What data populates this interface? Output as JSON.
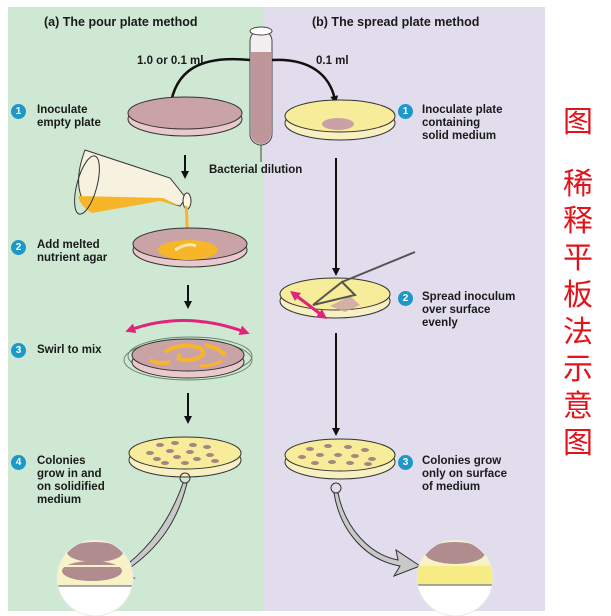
{
  "panels": {
    "pour": {
      "title": "(a) The pour plate method",
      "volume_label": "1.0 or 0.1 ml",
      "steps": [
        {
          "num": "1",
          "text": "Inoculate\nempty plate"
        },
        {
          "num": "2",
          "text": "Add melted\nnutrient agar"
        },
        {
          "num": "3",
          "text": "Swirl to mix"
        },
        {
          "num": "4",
          "text": "Colonies\ngrow in and\non solidified\nmedium"
        }
      ]
    },
    "spread": {
      "title": "(b) The spread plate method",
      "volume_label": "0.1 ml",
      "steps": [
        {
          "num": "1",
          "text": "Inoculate plate\ncontaining\nsolid medium"
        },
        {
          "num": "2",
          "text": "Spread inoculum\nover surface\nevenly"
        },
        {
          "num": "3",
          "text": "Colonies grow\nonly on surface\nof medium"
        }
      ]
    }
  },
  "tube_label": "Bacterial dilution",
  "caption_cn": {
    "first": "图",
    "rest": [
      "稀",
      "释",
      "平",
      "板",
      "法",
      "示",
      "意",
      "图"
    ]
  },
  "colors": {
    "pour_bg": "#cfe8d3",
    "spread_bg": "#e1ddec",
    "step_badge": "#1c98c9",
    "caption": "#e3131b",
    "inoculum": "#c9a1a6",
    "agar": "#f7ec9a",
    "melted_agar": "#f7b52a",
    "colony": "#a58680",
    "swirl_arrow": "#e0237b"
  }
}
